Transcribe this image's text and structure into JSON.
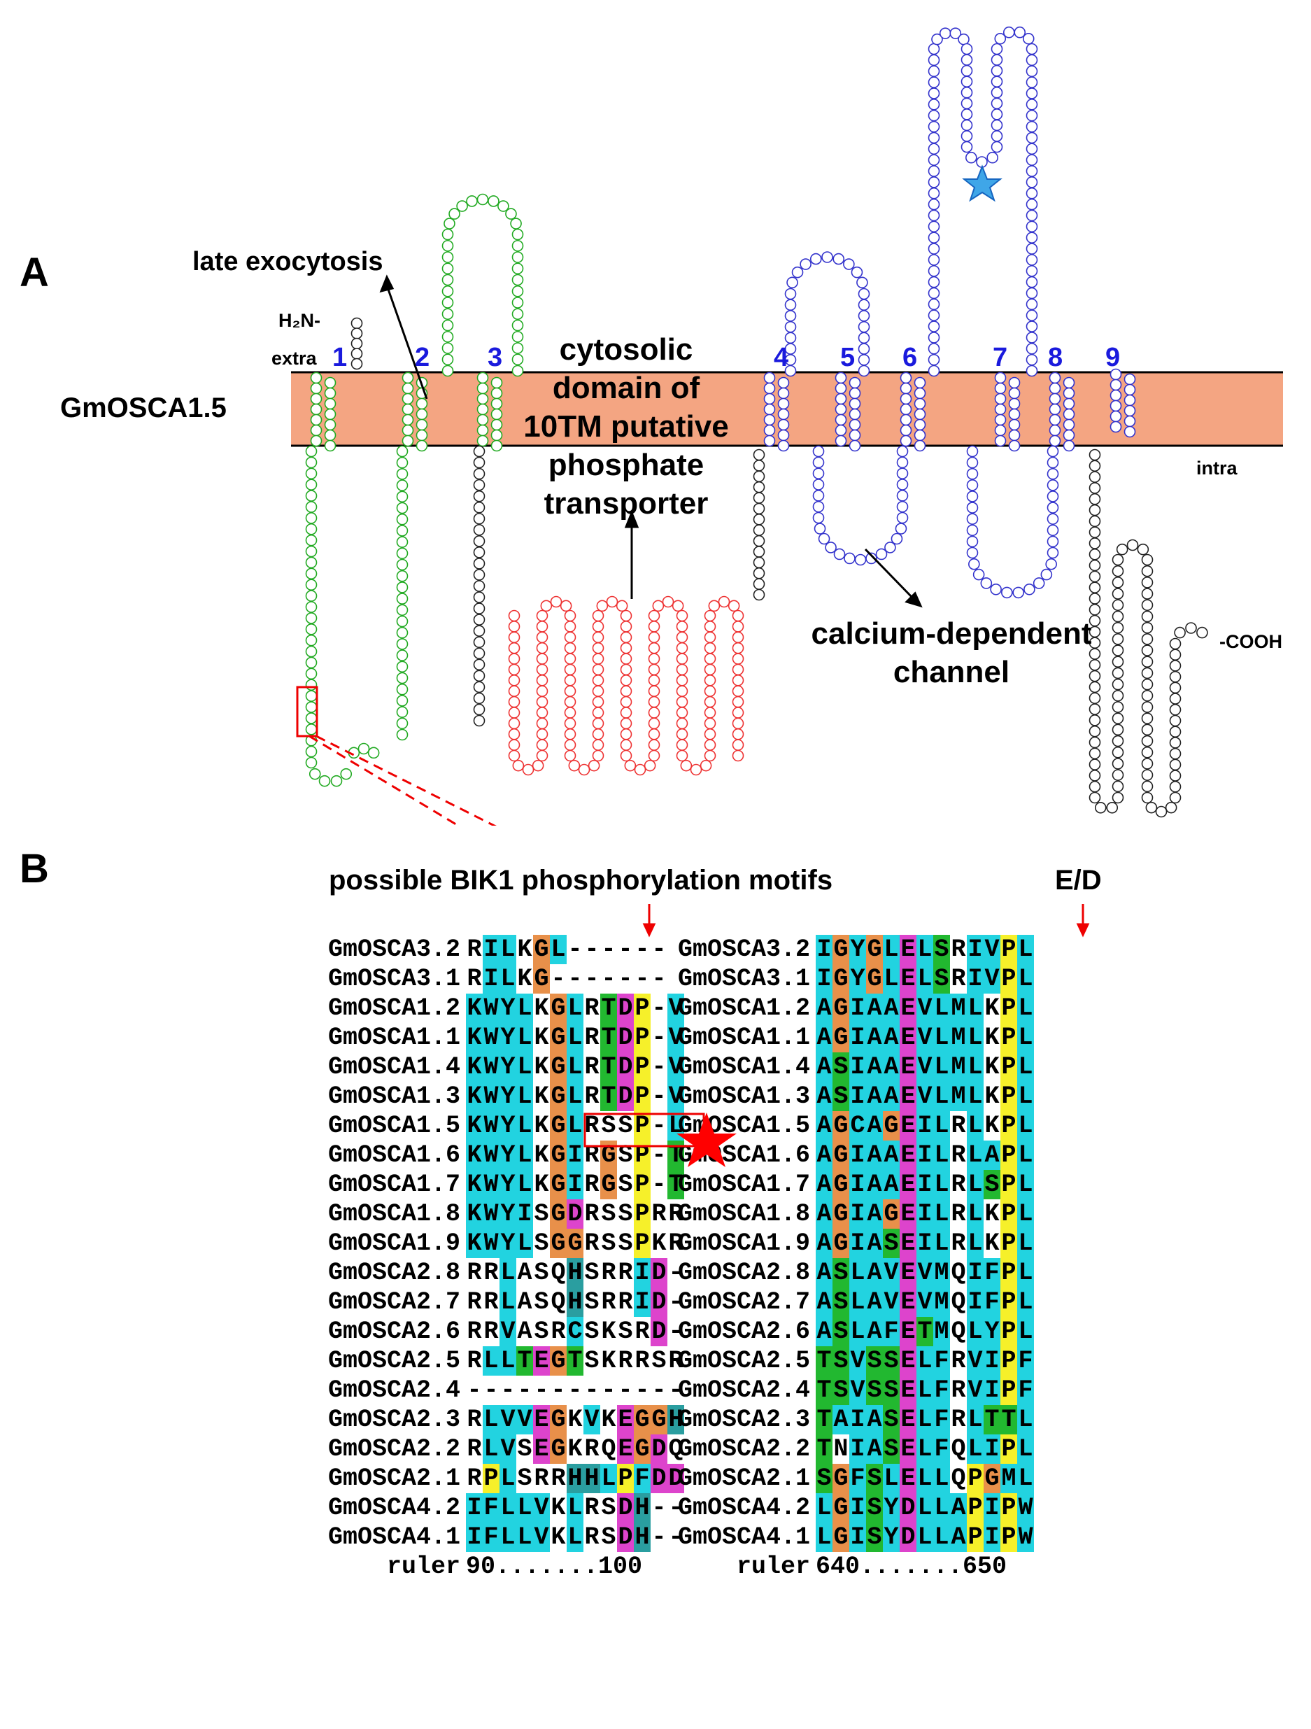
{
  "panel_a": {
    "letter": "A",
    "protein_name": "GmOSCA1.5",
    "extra_label": "extra",
    "intra_label": "intra",
    "n_term": "H₂N-",
    "c_term": "-COOH",
    "tm_numbers": [
      "1",
      "2",
      "3",
      "4",
      "5",
      "6",
      "7",
      "8",
      "9"
    ],
    "annotations": {
      "late_exocytosis": "late exocytosis",
      "cytosolic_domain": [
        "cytosolic",
        "domain of",
        "10TM putative",
        "phosphate",
        "transporter"
      ],
      "calcium_channel": [
        "calcium-dependent",
        "channel"
      ]
    },
    "colors": {
      "membrane": "#f4a582",
      "green_segment": "#22aa22",
      "red_segment": "#ee3333",
      "blue_segment": "#3333cc",
      "black_segment": "#222222",
      "tm_number": "#1a1add",
      "star": "#1e90ff"
    }
  },
  "panel_b": {
    "letter": "B",
    "left_header": "possible BIK1 phosphorylation motifs",
    "right_header": "E/D",
    "left_ruler": "90.......100",
    "right_ruler": "640.......650",
    "ruler_label": "ruler",
    "sequences": [
      {
        "name": "GmOSCA3.2",
        "left": "RILKGL------",
        "right": "IGYGLELSRIVPL"
      },
      {
        "name": "GmOSCA3.1",
        "left": "RILKG-------",
        "right": "IGYGLELSRIVPL"
      },
      {
        "name": "GmOSCA1.2",
        "left": "KWYLKGLRTDP-V",
        "right": "AGIAAEVLMLKPL"
      },
      {
        "name": "GmOSCA1.1",
        "left": "KWYLKGLRTDP-V",
        "right": "AGIAAEVLMLKPL"
      },
      {
        "name": "GmOSCA1.4",
        "left": "KWYLKGLRTDP-V",
        "right": "ASIAAEVLMLKPL"
      },
      {
        "name": "GmOSCA1.3",
        "left": "KWYLKGLRTDP-V",
        "right": "ASIAAEVLMLKPL"
      },
      {
        "name": "GmOSCA1.5",
        "left": "KWYLKGLRSSP-L",
        "right": "AGCAGEILRLKPL"
      },
      {
        "name": "GmOSCA1.6",
        "left": "KWYLKGIRGSP-T",
        "right": "AGIAAEILRLAPL"
      },
      {
        "name": "GmOSCA1.7",
        "left": "KWYLKGIRGSP-T",
        "right": "AGIAAEILRLSPL"
      },
      {
        "name": "GmOSCA1.8",
        "left": "KWYISGDRSSPRR",
        "right": "AGIAGEILRLKPL"
      },
      {
        "name": "GmOSCA1.9",
        "left": "KWYLSGGRSSPKR",
        "right": "AGIASEILRLKPL"
      },
      {
        "name": "GmOSCA2.8",
        "left": "RRLASQHSRRID-",
        "right": "ASLAVEVMQIFPL"
      },
      {
        "name": "GmOSCA2.7",
        "left": "RRLASQHSRRID-",
        "right": "ASLAVEVMQIFPL"
      },
      {
        "name": "GmOSCA2.6",
        "left": "RRVASRCSKSRD-",
        "right": "ASLAFETMQLYPL"
      },
      {
        "name": "GmOSCA2.5",
        "left": "RLLTEGTSKRRSR",
        "right": "TSVSSELFRVIPF"
      },
      {
        "name": "GmOSCA2.4",
        "left": "-------------",
        "right": "TSVSSELFRVIPF"
      },
      {
        "name": "GmOSCA2.3",
        "left": "RLVVEGKVKEGGH",
        "right": "TAIASELFRLTTL"
      },
      {
        "name": "GmOSCA2.2",
        "left": "RLVSEGKRQEGDQ",
        "right": "TNIASELFQLIPL"
      },
      {
        "name": "GmOSCA2.1",
        "left": "RPLSRRHHLPFDD",
        "right": "SGFSLELLQPGML"
      },
      {
        "name": "GmOSCA4.2",
        "left": "IFLLVKLRSDH--",
        "right": "LGISYDLLAPIPW"
      },
      {
        "name": "GmOSCA4.1",
        "left": "IFLLVKLRSDH--",
        "right": "LGISYDLLAPIPW"
      }
    ]
  }
}
